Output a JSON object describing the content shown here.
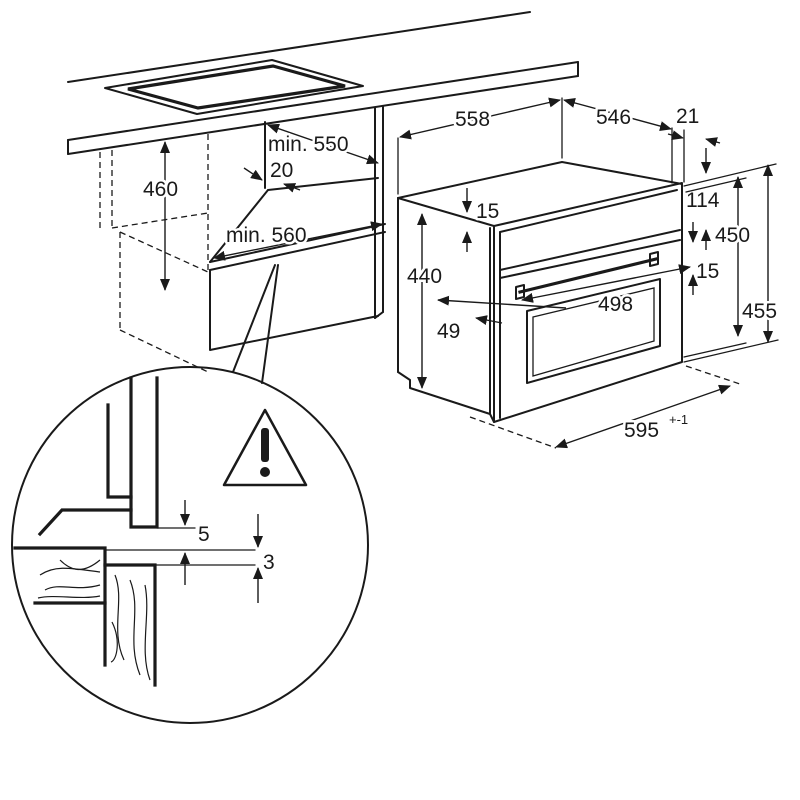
{
  "labels": {
    "d558": "558",
    "d546": "546",
    "d21": "21",
    "min550": "min. 550",
    "d20": "20",
    "d460": "460",
    "min560": "min. 560",
    "d15_top": "15",
    "d440": "440",
    "d114": "114",
    "d450": "450",
    "d15_right": "15",
    "d498": "498",
    "d49": "49",
    "d455": "455",
    "d595": "595",
    "d595_tol": "+-1",
    "d5": "5",
    "d3": "3"
  },
  "icons": {
    "warning": "warning-icon"
  },
  "colors": {
    "line": "#1a1a1a",
    "background": "#ffffff"
  }
}
